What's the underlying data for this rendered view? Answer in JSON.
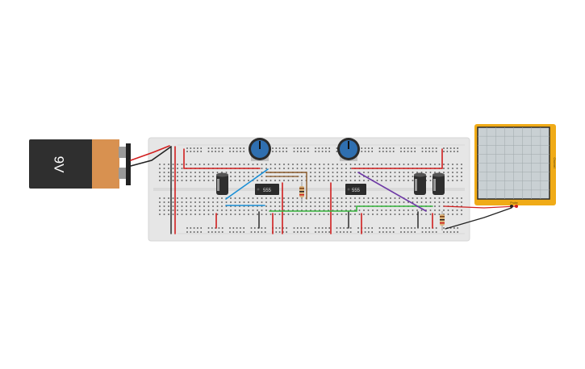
{
  "battery": {
    "label": "9V",
    "body_color": "#2f2f2f",
    "cap_color": "#d89150"
  },
  "chips": [
    {
      "label": "555"
    },
    {
      "label": "555"
    }
  ],
  "oscilloscope": {
    "side_label": "Channel",
    "bottom_label": "Probe",
    "frame_color": "#f0ab17",
    "screen_color": "#c9d0d3"
  },
  "colors": {
    "board": "#e6e6e6",
    "rail_red": "#d11f1f",
    "wire_blue": "#1a8fd6",
    "wire_green": "#35b33c",
    "wire_purple": "#6e3aa6",
    "wire_brown": "#8a5a2b",
    "wire_black": "#222222",
    "pot_knob": "#2f6fb0"
  }
}
